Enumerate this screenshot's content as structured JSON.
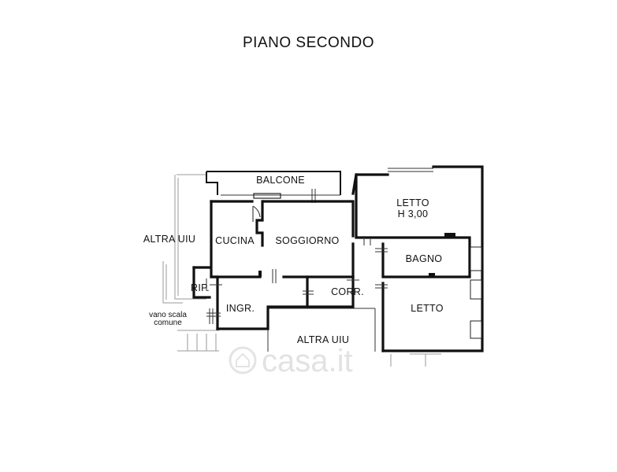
{
  "title": "PIANO SECONDO",
  "rooms": {
    "balcone": "BALCONE",
    "cucina": "CUCINA",
    "soggiorno": "SOGGIORNO",
    "letto1": "LETTO",
    "letto1_height": "H 3,00",
    "bagno": "BAGNO",
    "rip": "RIP.",
    "ingr": "INGR.",
    "corr": "CORR.",
    "letto2": "LETTO"
  },
  "neighbours": {
    "altra_uiu_left": "ALTRA UIU",
    "altra_uiu_bottom": "ALTRA UIU",
    "vano_scala_line1": "vano scala",
    "vano_scala_line2": "comune"
  },
  "watermark": {
    "text": "casa.it"
  }
}
